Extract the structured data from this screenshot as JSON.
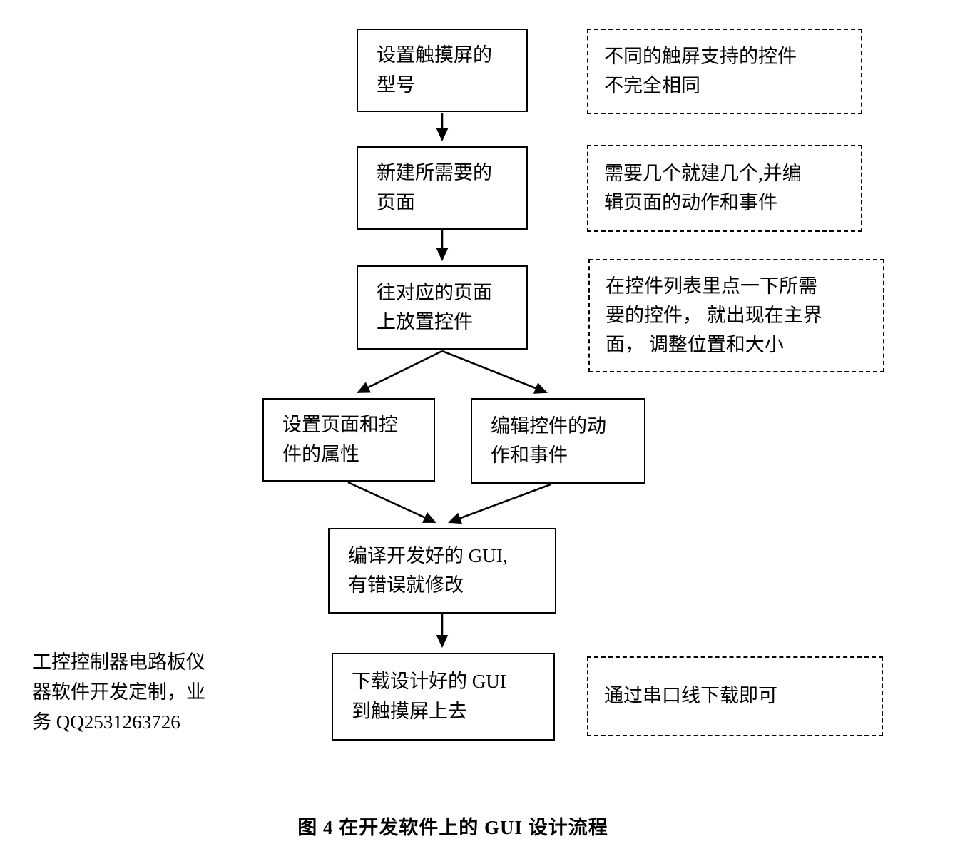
{
  "diagram": {
    "caption": "图  4  在开发软件上的 GUI 设计流程",
    "side_note": "工控控制器电路板仪\n器软件开发定制，业\n务 QQ2531263726",
    "steps": {
      "set_model": "设置触摸屏的\n型号",
      "create_pages": "新建所需要的\n页面",
      "place_controls": "往对应的页面\n上放置控件",
      "set_properties": "设置页面和控\n件的属性",
      "edit_actions": "编辑控件的动\n作和事件",
      "compile": "编译开发好的 GUI,\n有错误就修改",
      "download": "下载设计好的  GUI\n到触摸屏上去"
    },
    "notes": {
      "note_model": "不同的触屏支持的控件\n不完全相同",
      "note_pages": "需要几个就建几个,并编\n辑页面的动作和事件",
      "note_controls": "在控件列表里点一下所需\n要的控件， 就出现在主界\n面， 调整位置和大小",
      "note_download": "通过串口线下载即可"
    }
  }
}
